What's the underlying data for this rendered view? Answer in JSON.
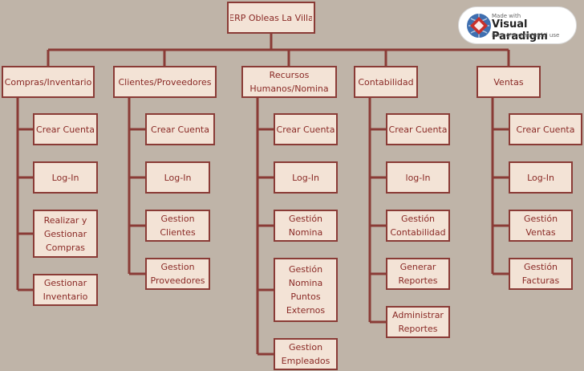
{
  "diagram": {
    "root": "ERP Obleas La Villa",
    "branches": [
      {
        "label": "Compras/Inventario",
        "children": [
          "Crear Cuenta",
          "Log-In",
          "Realizar y\nGestionar\nCompras",
          "Gestionar\nInventario"
        ]
      },
      {
        "label": "Clientes/Proveedores",
        "children": [
          "Crear Cuenta",
          "Log-In",
          "Gestion\nClientes",
          "Gestion\nProveedores"
        ]
      },
      {
        "label": "Recursos\nHumanos/Nomina",
        "children": [
          "Crear Cuenta",
          "Log-In",
          "Gestión\nNomina",
          "Gestión\nNomina\nPuntos\nExternos",
          "Gestion\nEmpleados"
        ]
      },
      {
        "label": "Contabilidad",
        "children": [
          "Crear Cuenta",
          "log-In",
          "Gestión\nContabilidad",
          "Generar\nReportes",
          "Administrar\nReportes"
        ]
      },
      {
        "label": "Ventas",
        "children": [
          "Crear Cuenta",
          "Log-In",
          "Gestión Ventas",
          "Gestión\nFacturas"
        ]
      }
    ]
  },
  "watermark": {
    "line1": "Made with",
    "line2": "Visual Paradigm",
    "line3": "For non-commercial use"
  },
  "colors": {
    "background": "#bfb4a8",
    "box_fill": "#f3e3d6",
    "border": "#8a3b36",
    "text": "#8a2a26"
  }
}
